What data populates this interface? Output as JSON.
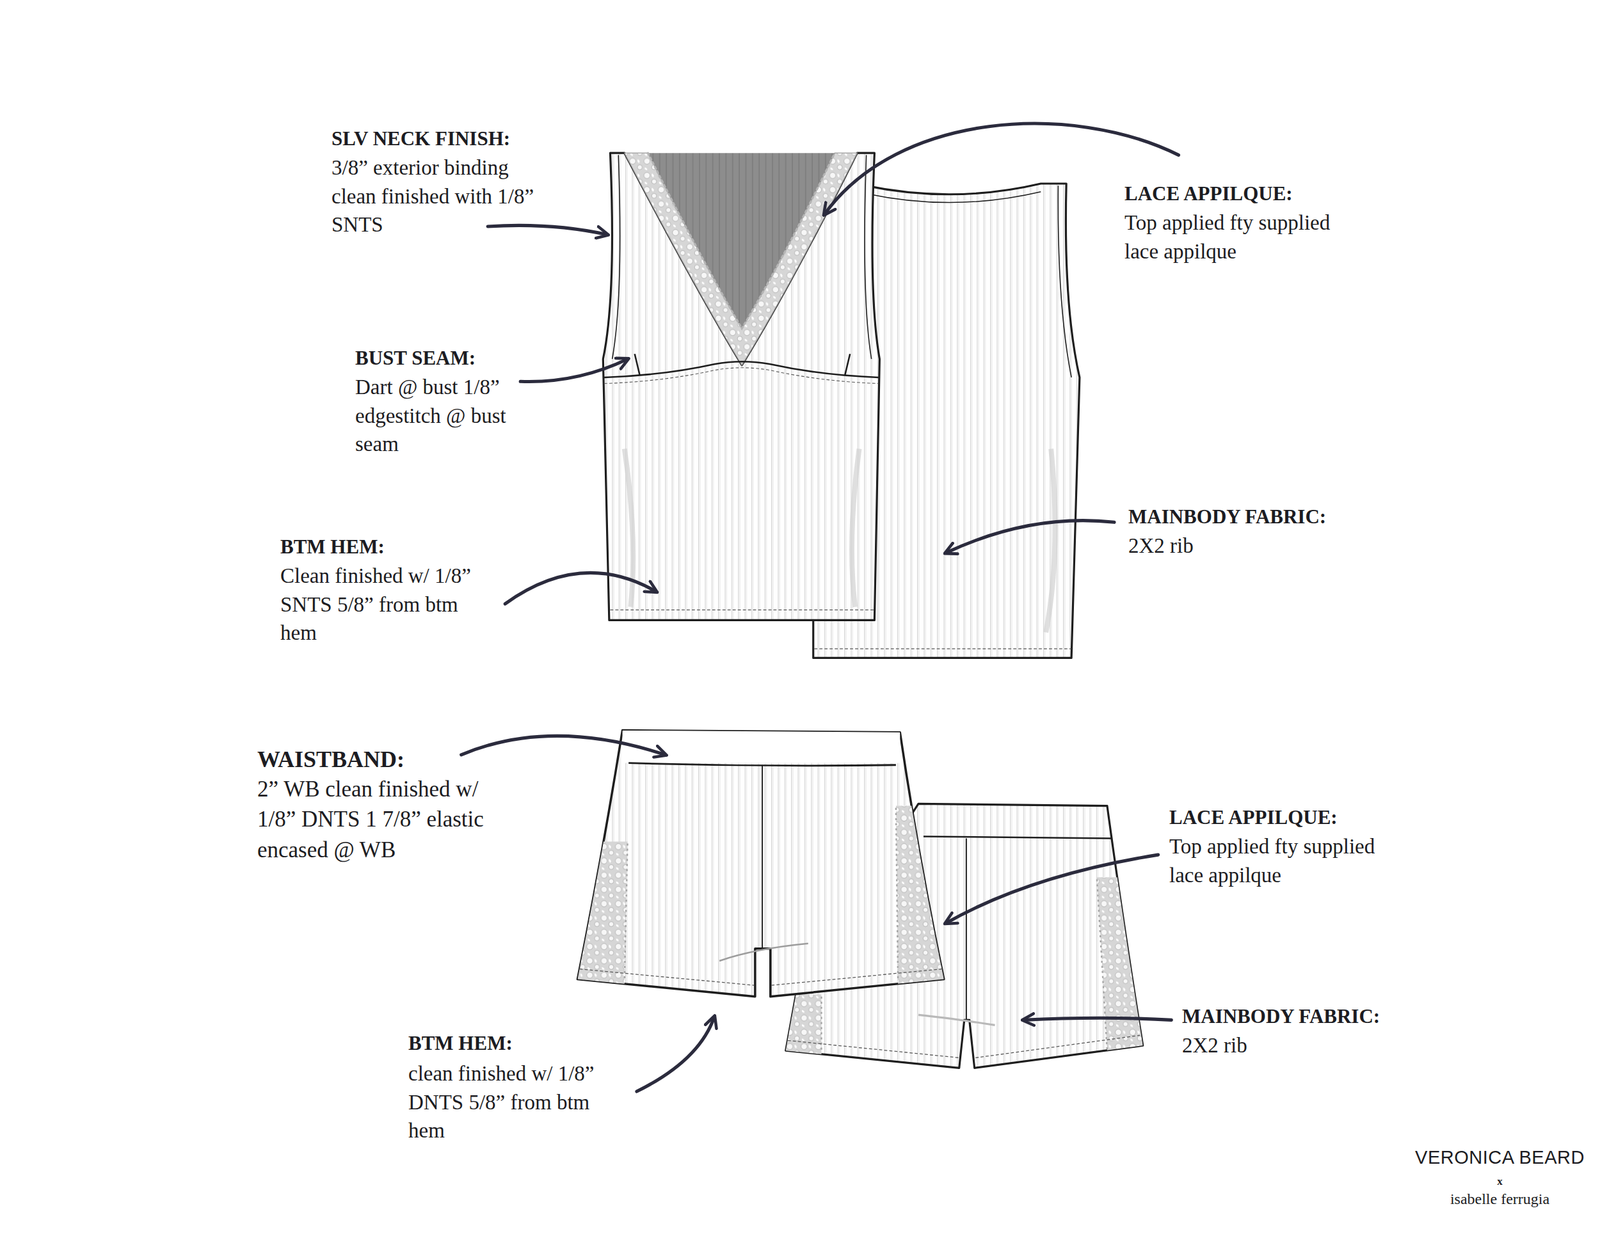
{
  "diagram": {
    "labels": [
      "SLV NECK FINISH:",
      "3/8” exterior binding clean finished with 1/8” SNTS",
      "LACE APPILQUE:",
      "Top applied fty supplied lace appilque",
      "BUST SEAM:",
      "Dart @ bust 1/8” edgestitch @ bust seam",
      "MAINBODY FABRIC:",
      "2X2 rib",
      "BTM HEM:",
      "Clean finished w/ 1/8” SNTS 5/8” from btm hem",
      "WAISTBAND:",
      "2” WB clean finished w/ 1/8” DNTS 1 7/8” elastic encased @ WB",
      "LACE APPILQUE:",
      "Top applied fty supplied lace appilque",
      "MAINBODY FABRIC:",
      "2X2 rib",
      "BTM HEM:",
      "clean finished w/ 1/8” DNTS 5/8” from btm hem",
      "VERONICA BEARD",
      "x",
      "isabelle ferrugia"
    ]
  }
}
